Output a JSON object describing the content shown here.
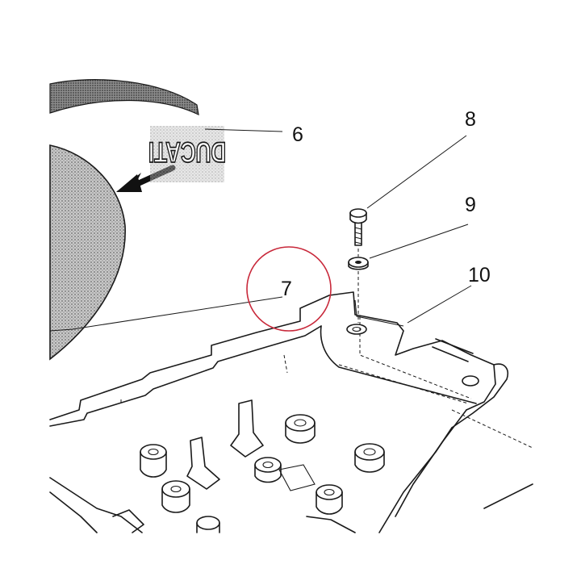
{
  "logo": {
    "text": "DUCATI"
  },
  "callouts": [
    {
      "id": "6",
      "label": "6"
    },
    {
      "id": "7",
      "label": "7"
    },
    {
      "id": "8",
      "label": "8"
    },
    {
      "id": "9",
      "label": "9"
    },
    {
      "id": "10",
      "label": "10"
    }
  ],
  "highlight": {
    "target": "7",
    "color": "#c8283a"
  },
  "colors": {
    "line": "#1a1a1a",
    "shading": "#9a9a9a",
    "background": "#ffffff"
  }
}
